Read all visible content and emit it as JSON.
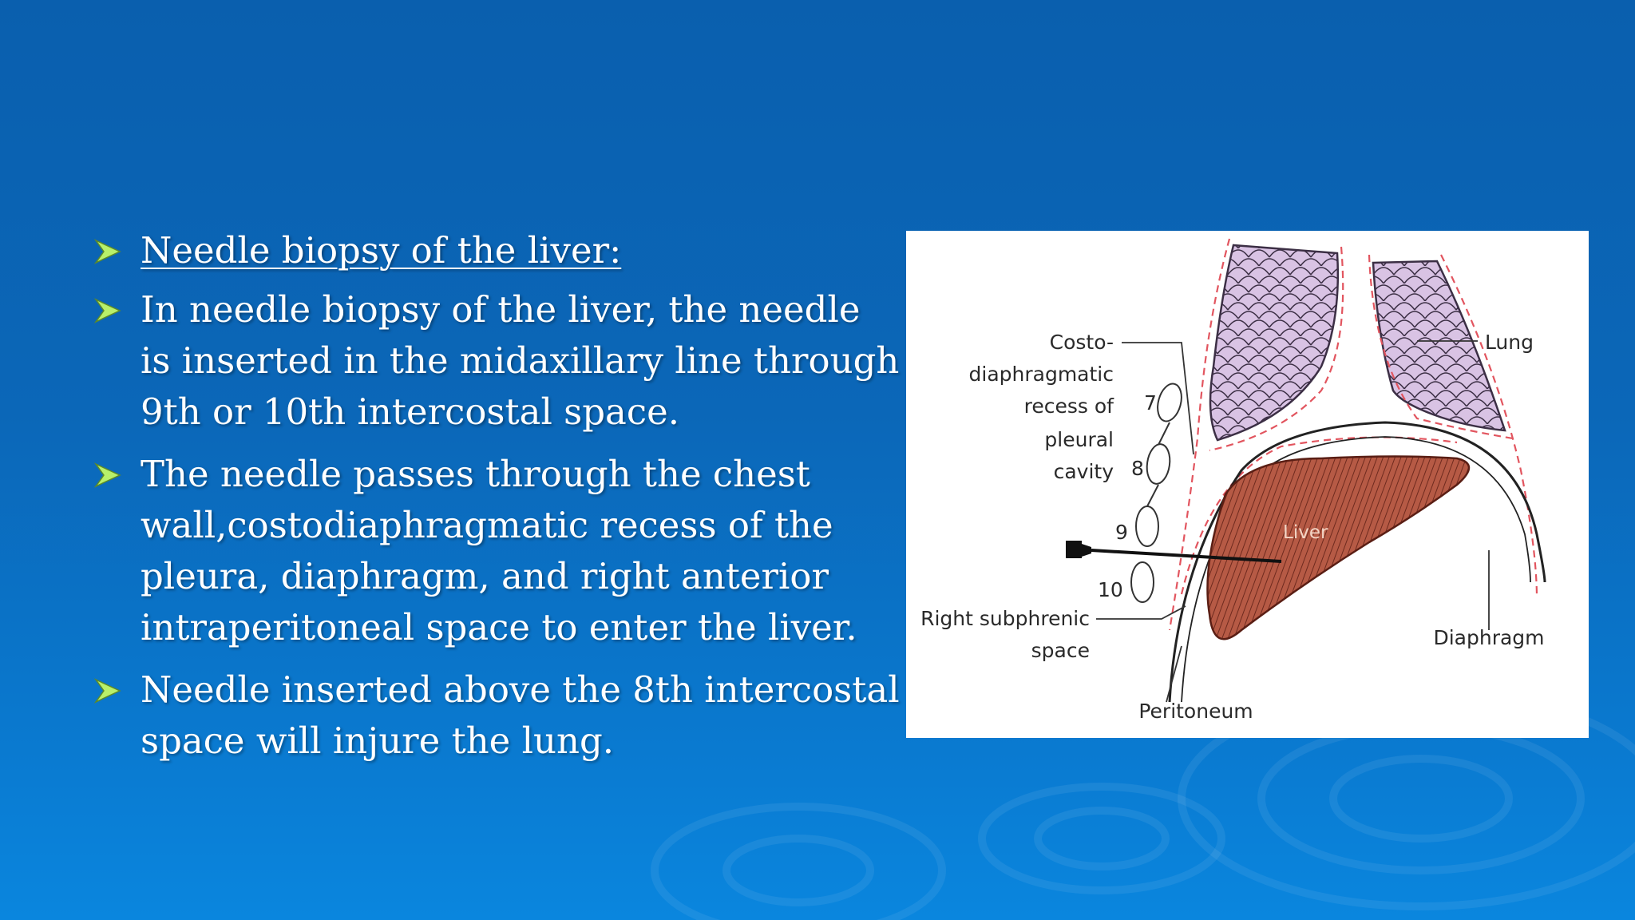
{
  "slide": {
    "bullets": [
      {
        "text": "Needle biopsy of the liver:"
      },
      {
        "text": "In needle biopsy of the liver, the needle is inserted in the midaxillary line through 9th or 10th intercostal space."
      },
      {
        "text": "The needle passes through the chest wall,costodiaphragmatic recess of the pleura, diaphragm, and right anterior intraperitoneal space to enter the liver."
      },
      {
        "text": "Needle inserted above the 8th intercostal space will injure the lung."
      }
    ]
  },
  "figure": {
    "labels": {
      "costo_1": "Costo-",
      "costo_2": "diaphragmatic",
      "costo_3": "recess of",
      "costo_4": "pleural",
      "costo_5": "cavity",
      "lung": "Lung",
      "liver": "Liver",
      "rib7": "7",
      "rib8": "8",
      "rib9": "9",
      "rib10": "10",
      "subphrenic_1": "Right subphrenic",
      "subphrenic_2": "space",
      "diaphragm": "Diaphragm",
      "peritoneum": "Peritoneum"
    }
  },
  "colors": {
    "bullet_arrow": "#b8f06a",
    "lung_fill": "#d9c3e4",
    "liver_fill": "#b65a45",
    "pleura_dash": "#e2555f"
  }
}
